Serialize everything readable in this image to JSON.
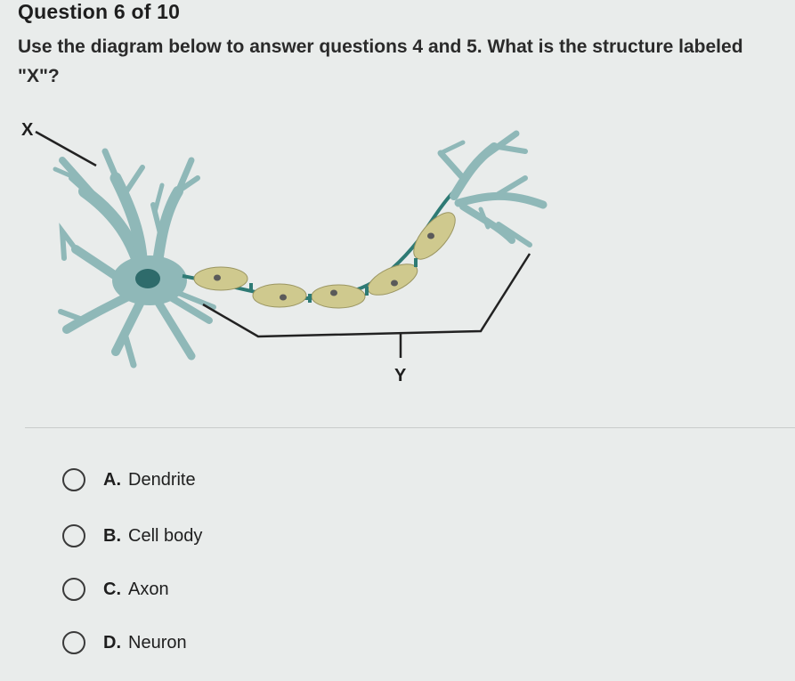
{
  "question": {
    "header": "Question 6 of 10",
    "text": "Use the diagram below to answer questions 4 and 5. What is the structure labeled \"X\"?"
  },
  "diagram": {
    "label_x": "X",
    "label_y": "Y",
    "colors": {
      "cell": "#8fb8b8",
      "nucleus": "#2e6b6b",
      "myelin": "#cfc98e",
      "myelin_nucleus": "#5a5a5a",
      "node": "#2e7a74",
      "bracket": "#222222"
    }
  },
  "choices": [
    {
      "letter": "A.",
      "text": "Dendrite"
    },
    {
      "letter": "B.",
      "text": "Cell body"
    },
    {
      "letter": "C.",
      "text": "Axon"
    },
    {
      "letter": "D.",
      "text": "Neuron"
    }
  ]
}
